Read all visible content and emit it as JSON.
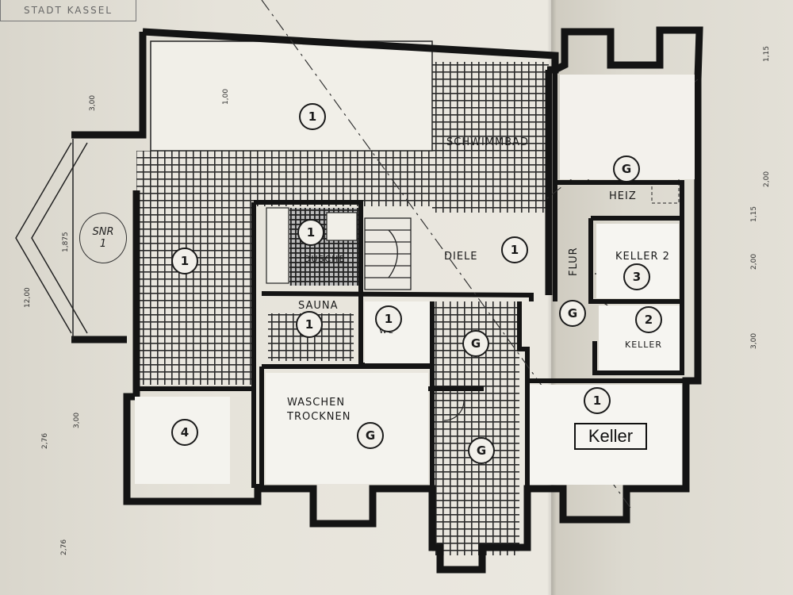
{
  "stamp": "STADT KASSEL",
  "rooms": {
    "schwimmbad": "SCHWIMMBAD",
    "heiz": "HEIZ",
    "keller2": "KELLER 2",
    "flur": "FLUR",
    "diele": "DIELE",
    "dusche": "DUSCHE",
    "sauna": "SAUNA",
    "wc": "WC",
    "keller": "KELLER",
    "waschen": "WASCHEN",
    "trocknen": "TROCKNEN"
  },
  "markers": {
    "pool": "1",
    "left_room": "1",
    "dusche": "1",
    "sauna": "1",
    "wc": "1",
    "diele": "1",
    "heiz": "G",
    "flur": "G",
    "corridor_upper": "G",
    "corridor_lower": "G",
    "waschen": "G",
    "store": "4",
    "keller2": "3",
    "keller": "2",
    "keller_main": "1"
  },
  "keller_tag": "Keller",
  "snr": {
    "line1": "SNR",
    "line2": "1"
  },
  "dimensions": {
    "left_total": "12,00",
    "d1": "3,00",
    "d2": "1,875",
    "d3": "3,00",
    "d4": "2,76",
    "d5": "2,76",
    "d6": "1,00",
    "right_1": "1,15",
    "right_2": "2,00",
    "right_3": "2,00",
    "right_4": "1,15",
    "right_5": "3,00"
  },
  "colors": {
    "wall": "#141414",
    "tile": "#2a2a2a",
    "paper": "#ebe8e0"
  }
}
